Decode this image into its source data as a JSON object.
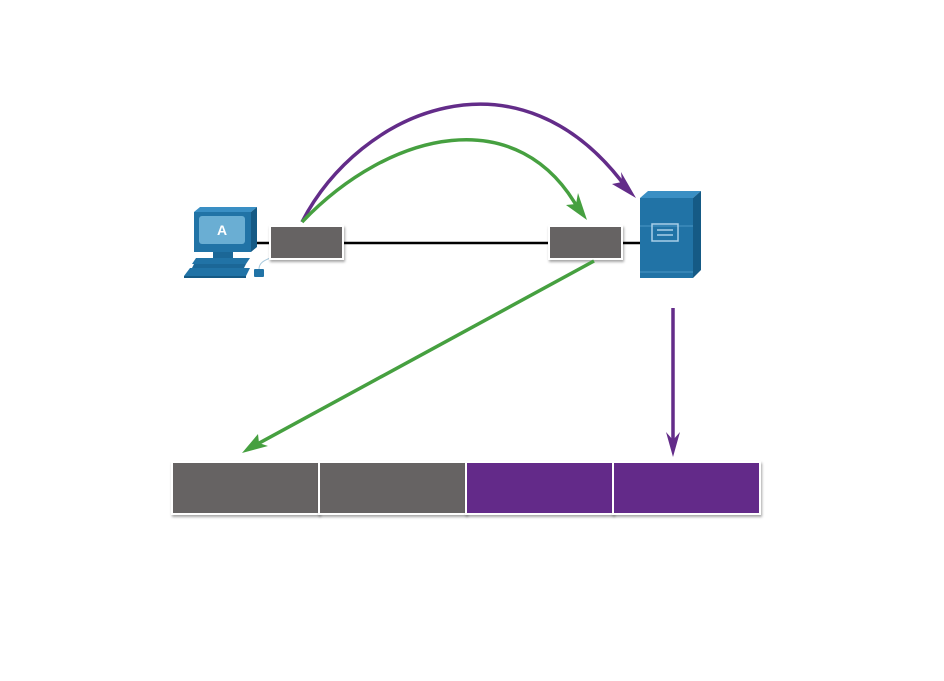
{
  "diagram": {
    "host": {
      "label": "A",
      "icon": "pc-icon"
    },
    "server": {
      "icon": "server-icon"
    },
    "colors": {
      "green": "#46a040",
      "purple": "#632c89",
      "header_gray": "#666363",
      "device_blue": "#2173a6",
      "link_black": "#000000"
    },
    "frame_fields": [
      {
        "color": "gray"
      },
      {
        "color": "gray"
      },
      {
        "color": "purple"
      },
      {
        "color": "purple"
      }
    ]
  }
}
